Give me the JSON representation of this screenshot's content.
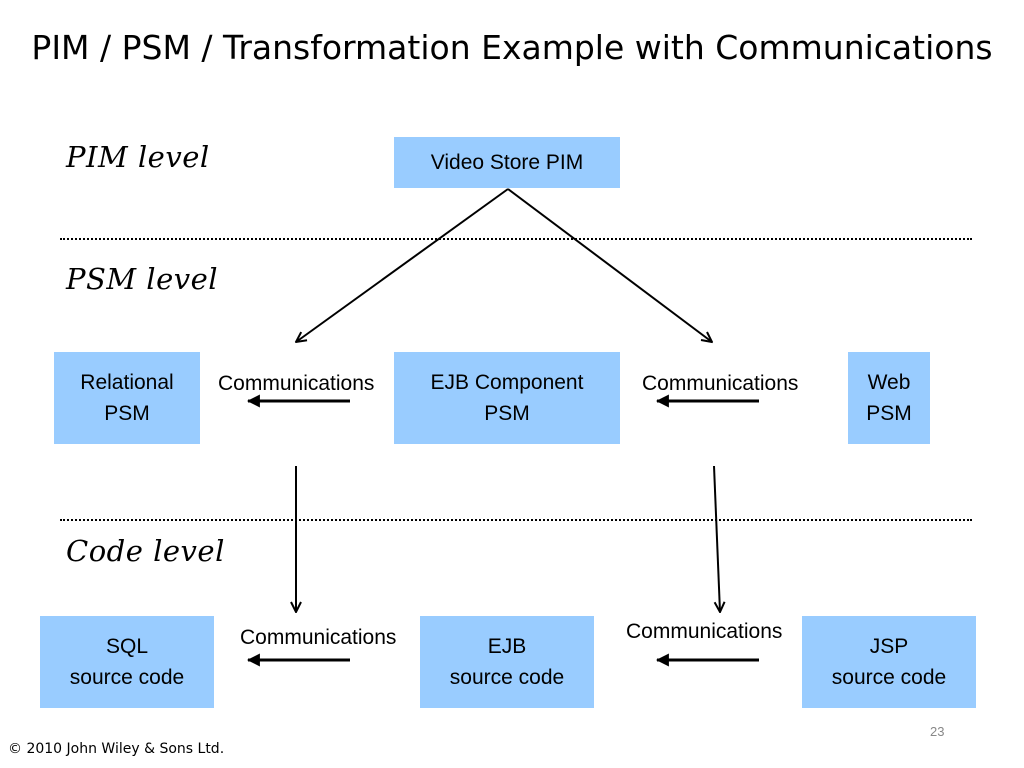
{
  "title": "PIM / PSM / Transformation Example with Communications",
  "levels": {
    "pim": "PIM level",
    "psm": "PSM level",
    "code": "Code level"
  },
  "boxes": {
    "pim": "Video Store PIM",
    "relational": "Relational\nPSM",
    "ejb_psm": "EJB Component\nPSM",
    "web": "Web\nPSM",
    "sql": "SQL\nsource code",
    "ejb_code": "EJB\nsource code",
    "jsp": "JSP\nsource code"
  },
  "communications_label": "Communications",
  "colors": {
    "box_fill": "#99ccff",
    "arrow": "#000000"
  },
  "footer": "© 2010 John Wiley & Sons Ltd.",
  "page_number": "23"
}
